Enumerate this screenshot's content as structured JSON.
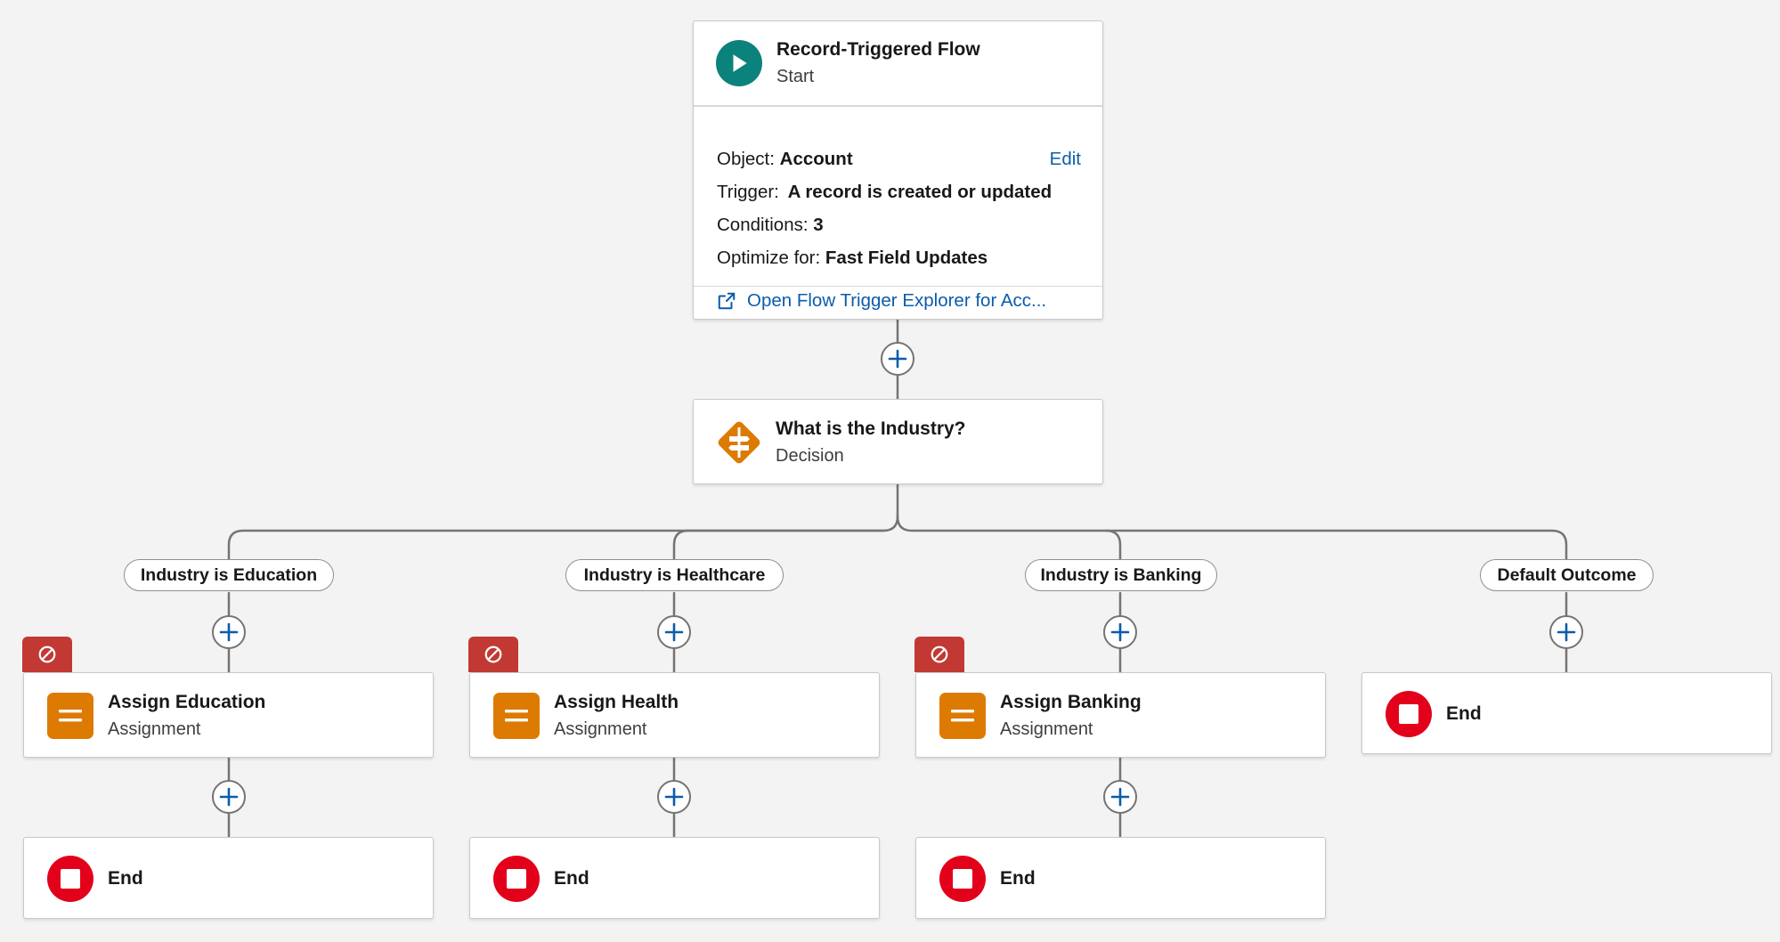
{
  "start": {
    "title": "Record-Triggered Flow",
    "subtitle": "Start",
    "object_label": "Object:",
    "object_value": "Account",
    "edit_label": "Edit",
    "trigger_label": "Trigger:",
    "trigger_value": "A record is created or updated",
    "conditions_label": "Conditions:",
    "conditions_value": "3",
    "optimize_label": "Optimize for:",
    "optimize_value": "Fast Field Updates",
    "explorer_link": "Open Flow Trigger Explorer for Acc...",
    "icon": "play-icon",
    "color": "#0b827c"
  },
  "decision": {
    "title": "What is the Industry?",
    "subtitle": "Decision",
    "icon": "decision-icon",
    "color": "#dd7a01"
  },
  "outcomes": [
    {
      "label": "Industry is Education",
      "assignment": {
        "title": "Assign Education",
        "subtitle": "Assignment"
      },
      "end_label": "End"
    },
    {
      "label": "Industry is Healthcare",
      "assignment": {
        "title": "Assign Health",
        "subtitle": "Assignment"
      },
      "end_label": "End"
    },
    {
      "label": "Industry is Banking",
      "assignment": {
        "title": "Assign Banking",
        "subtitle": "Assignment"
      },
      "end_label": "End"
    },
    {
      "label": "Default Outcome",
      "end_label": "End"
    }
  ],
  "colors": {
    "canvas_bg": "#f3f3f3",
    "link": "#0b5cab",
    "assignment": "#dd7a01",
    "end": "#e3001b",
    "fault": "#c23934",
    "connector": "#747474",
    "plus": "#0b5cab"
  }
}
